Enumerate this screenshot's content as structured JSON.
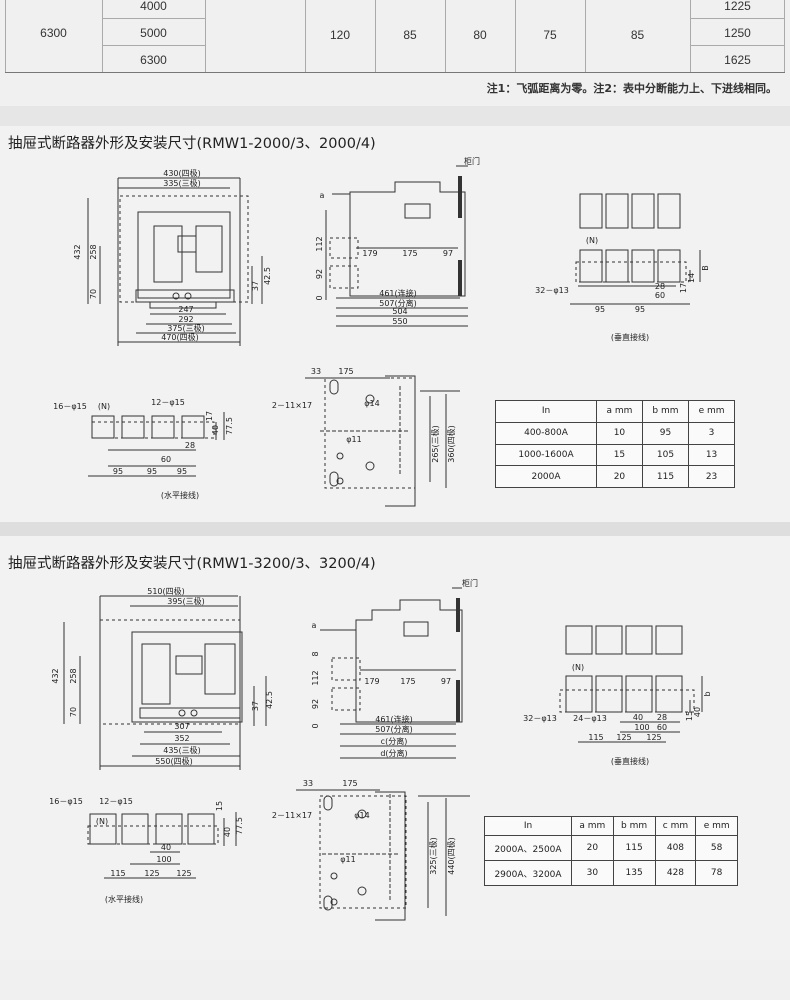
{
  "top_table": {
    "current": "6300",
    "sub_values": [
      "4000",
      "5000",
      "6300"
    ],
    "distances": [
      "120",
      "85",
      "80",
      "75",
      "85"
    ],
    "capacities": [
      "1225",
      "1250",
      "1625"
    ],
    "note": "注1：飞弧距离为零。注2：表中分断能力上、下进线相同。"
  },
  "section1": {
    "title": "抽屉式断路器外形及安装尺寸(RMW1-2000/3、2000/4)",
    "front": {
      "top_dim_4p": "430(四极)",
      "top_dim_3p": "335(三极)",
      "height": "432",
      "height_inner": "258",
      "bottom_h": "70",
      "right_a": "37",
      "right_b": "42.5",
      "dim_247": "247",
      "dim_292": "292",
      "dim_3p": "375(三极)",
      "dim_4p": "470(四极)"
    },
    "side": {
      "door": "柜门",
      "a": "a",
      "h112": "112",
      "h92": "92",
      "h0": "0",
      "d179": "179",
      "d175": "175",
      "d97": "97",
      "d461": "461(连接)",
      "d507": "507(分离)",
      "d504": "504",
      "d550": "550"
    },
    "vertical": {
      "n": "(N)",
      "holes": "32－φ13",
      "b": "B",
      "d17": "17",
      "d14": "14",
      "d28": "28",
      "d60": "60",
      "d95a": "95",
      "d95b": "95",
      "caption": "(垂直接线)"
    },
    "horizontal": {
      "holes_a": "16－φ15",
      "n": "(N)",
      "holes_b": "12－φ15",
      "d17": "17",
      "d40": "40",
      "d775": "77.5",
      "d28": "28",
      "d60": "60",
      "d95a": "95",
      "d95b": "95",
      "d95c": "95",
      "caption": "(水平接线)"
    },
    "mount": {
      "d33": "33",
      "d175": "175",
      "holes": "2－11×17",
      "phi14": "φ14",
      "phi11": "φ11",
      "h265": "265(三极)",
      "h360": "360(四极)"
    },
    "table": {
      "headers": [
        "In",
        "a mm",
        "b mm",
        "e mm"
      ],
      "rows": [
        [
          "400-800A",
          "10",
          "95",
          "3"
        ],
        [
          "1000-1600A",
          "15",
          "105",
          "13"
        ],
        [
          "2000A",
          "20",
          "115",
          "23"
        ]
      ]
    }
  },
  "section2": {
    "title": "抽屉式断路器外形及安装尺寸(RMW1-3200/3、3200/4)",
    "front": {
      "top_dim_4p": "510(四极)",
      "top_dim_3p": "395(三极)",
      "height": "432",
      "height_inner": "258",
      "bottom_h": "70",
      "right_a": "37",
      "right_b": "42.5",
      "dim_307": "307",
      "dim_352": "352",
      "dim_3p": "435(三极)",
      "dim_4p": "550(四极)"
    },
    "side": {
      "door": "柜门",
      "a": "a",
      "h8": "8",
      "h112": "112",
      "h92": "92",
      "h0": "0",
      "d179": "179",
      "d175": "175",
      "d97": "97",
      "d461": "461(连接)",
      "d507": "507(分离)",
      "dc": "c(分离)",
      "dd": "d(分离)"
    },
    "vertical": {
      "n": "(N)",
      "holes_a": "32－φ13",
      "holes_b": "24－φ13",
      "b": "b",
      "d15": "15",
      "d40": "40",
      "d40b": "40",
      "d28": "28",
      "d100": "100",
      "d60": "60",
      "d115": "115",
      "d125a": "125",
      "d125b": "125",
      "caption": "(垂直接线)"
    },
    "horizontal": {
      "holes_a": "16－φ15",
      "holes_b": "12－φ15",
      "n": "(N)",
      "d15": "15",
      "d40": "40",
      "d775": "77.5",
      "d40b": "40",
      "d100": "100",
      "d115": "115",
      "d125a": "125",
      "d125b": "125",
      "caption": "(水平接线)"
    },
    "mount": {
      "d33": "33",
      "d175": "175",
      "holes": "2－11×17",
      "phi14": "φ14",
      "phi11": "φ11",
      "h325": "325(三极)",
      "h440": "440(四极)"
    },
    "table": {
      "headers": [
        "In",
        "a mm",
        "b mm",
        "c mm",
        "e mm"
      ],
      "rows": [
        [
          "2000A、2500A",
          "20",
          "115",
          "408",
          "58"
        ],
        [
          "2900A、3200A",
          "30",
          "135",
          "428",
          "78"
        ]
      ]
    }
  }
}
